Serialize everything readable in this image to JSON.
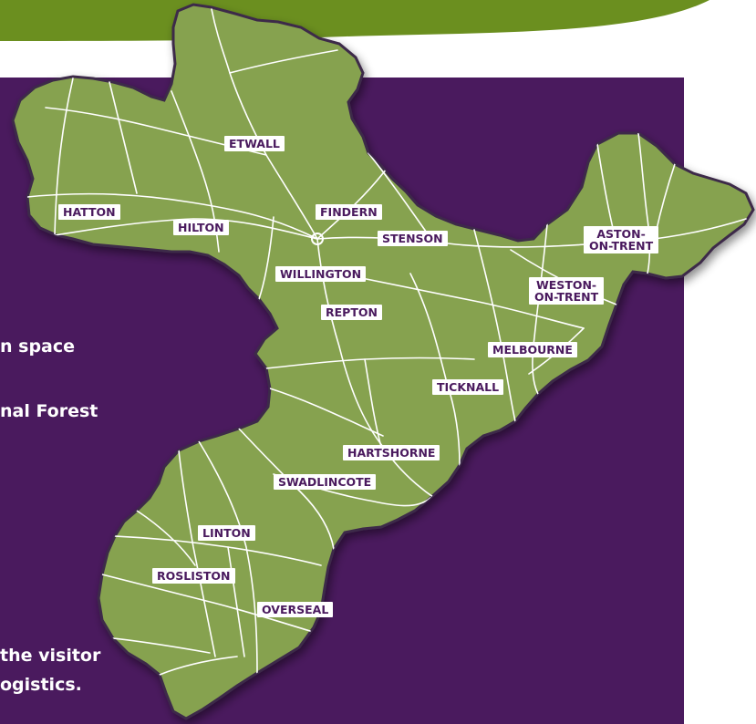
{
  "map": {
    "colors": {
      "panel": "#4a1a5e",
      "land": "#86a250",
      "land_outline": "#3d2a4a",
      "roads": "#ffffff",
      "banner": "#6b8f1f",
      "label_bg": "#ffffff",
      "label_text": "#4a1a5e"
    },
    "places": [
      {
        "id": "etwall",
        "name": "ETWALL"
      },
      {
        "id": "hatton",
        "name": "HATTON"
      },
      {
        "id": "hilton",
        "name": "HILTON"
      },
      {
        "id": "findern",
        "name": "FINDERN"
      },
      {
        "id": "stenson",
        "name": "STENSON"
      },
      {
        "id": "aston",
        "name": "ASTON-\nON-TRENT"
      },
      {
        "id": "willington",
        "name": "WILLINGTON"
      },
      {
        "id": "weston",
        "name": "WESTON-\nON-TRENT"
      },
      {
        "id": "repton",
        "name": "REPTON"
      },
      {
        "id": "melbourne",
        "name": "MELBOURNE"
      },
      {
        "id": "ticknall",
        "name": "TICKNALL"
      },
      {
        "id": "hartshorne",
        "name": "HARTSHORNE"
      },
      {
        "id": "swadlincote",
        "name": "SWADLINCOTE"
      },
      {
        "id": "linton",
        "name": "LINTON"
      },
      {
        "id": "rosliston",
        "name": "ROSLISTON"
      },
      {
        "id": "overseal",
        "name": "OVERSEAL"
      }
    ]
  },
  "body_text": {
    "line1": "n space",
    "line2": "nal Forest",
    "line3": " the visitor",
    "line4": "ogistics."
  }
}
